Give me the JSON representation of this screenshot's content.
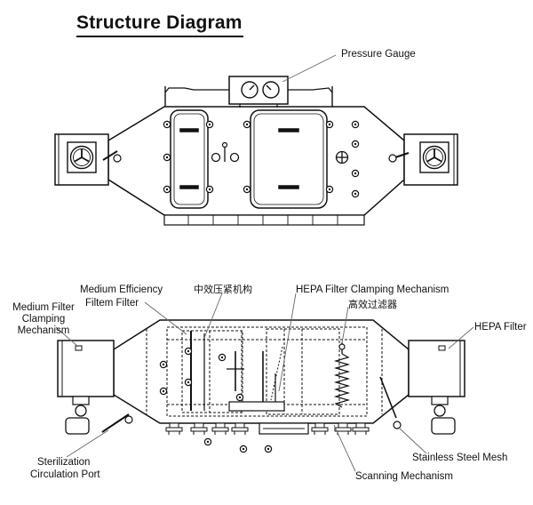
{
  "title": "Structure Diagram",
  "labels": {
    "pressure_gauge": "Pressure Gauge",
    "medium_efficiency_filter_l1": "Medium Efficiency",
    "medium_efficiency_filter_l2": "Filtem Filter",
    "medium_clamping_l1": "Medium Filter",
    "medium_clamping_l2": "Clamping",
    "medium_clamping_l3": "Mechanism",
    "cn_medium_clamping": "中效压紧机构",
    "hepa_clamping": "HEPA Filter Clamping Mechanism",
    "cn_hepa_filter": "高效过滤器",
    "hepa_filter": "HEPA Filter",
    "sterilization_l1": "Sterilization",
    "sterilization_l2": "Circulation Port",
    "stainless_mesh": "Stainless Steel Mesh",
    "scanning": "Scanning Mechanism"
  }
}
